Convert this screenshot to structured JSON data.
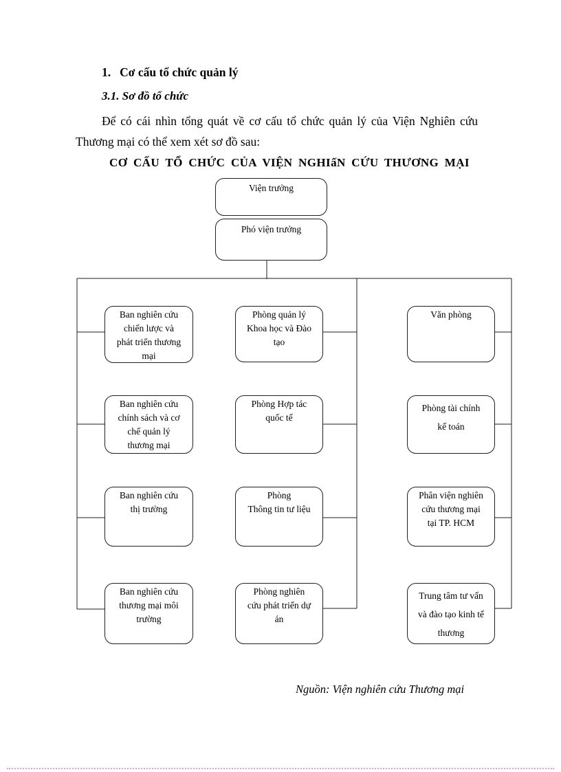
{
  "document": {
    "heading_number": "1.",
    "heading_title": "Cơ cấu tổ chức quản lý",
    "subheading": "3.1. Sơ đồ tổ chức",
    "paragraph_line1": "Để có cái nhìn tổng quát về cơ cấu tổ chức quản lý của Viện Nghiên cứu",
    "paragraph_line2": "Thương mại có thể xem xét sơ đồ sau:",
    "diagram_title": "CƠ CẤU TỔ CHỨC CỦA VIỆN NGHIấN CỨU THƯƠNG MẠI",
    "source_note": "Nguồn: Viện nghiên cứu Thương mại"
  },
  "org_chart": {
    "director": "Viện trưởng",
    "deputy_director": "Phó viện trưởng",
    "left_column": [
      "Ban nghiên cứu\nchiến lược và\nphát triển thương\nmại",
      "Ban nghiên cứu\nchính sách và cơ\nchế quản lý\nthương mại",
      "Ban nghiên cứu\nthị trường",
      "Ban nghiên cứu\nthương mại môi\ntrường"
    ],
    "middle_column": [
      "Phòng quản lý\nKhoa học và Đào\ntạo",
      "Phòng Hợp tác\nquốc tế",
      "Phòng\nThông tin tư liệu",
      "Phòng nghiên\ncứu phát triển dự\nán"
    ],
    "right_column": [
      "Văn phòng",
      "Phòng tài chính\nkế toán",
      "Phân viện nghiên\ncứu thương mại\ntại TP. HCM",
      "Trung tâm tư vấn\nvà đào tạo kinh tế\nthương"
    ]
  },
  "colors": {
    "connector_line": "#1c1c1c",
    "box_border": "#1f1f1f",
    "text": "#000000",
    "bottom_dotted_line": "#f49ad0"
  }
}
